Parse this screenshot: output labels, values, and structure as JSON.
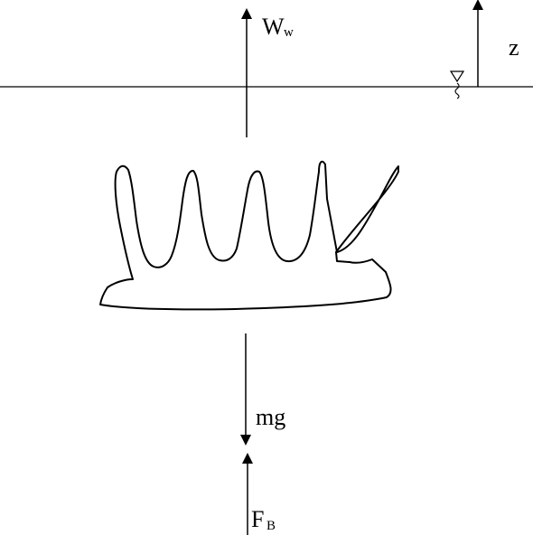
{
  "colors": {
    "line": "#000000",
    "background": "#ffffff"
  },
  "labels": {
    "water_weight": "W",
    "water_weight_sub": "w",
    "gravity": "mg",
    "buoyancy": "F",
    "buoyancy_sub": "B",
    "elevation_axis": "z"
  },
  "icons": {
    "water_level": "inverted-triangle-water-surface-icon",
    "arrowhead": "filled-triangle-arrowhead"
  }
}
